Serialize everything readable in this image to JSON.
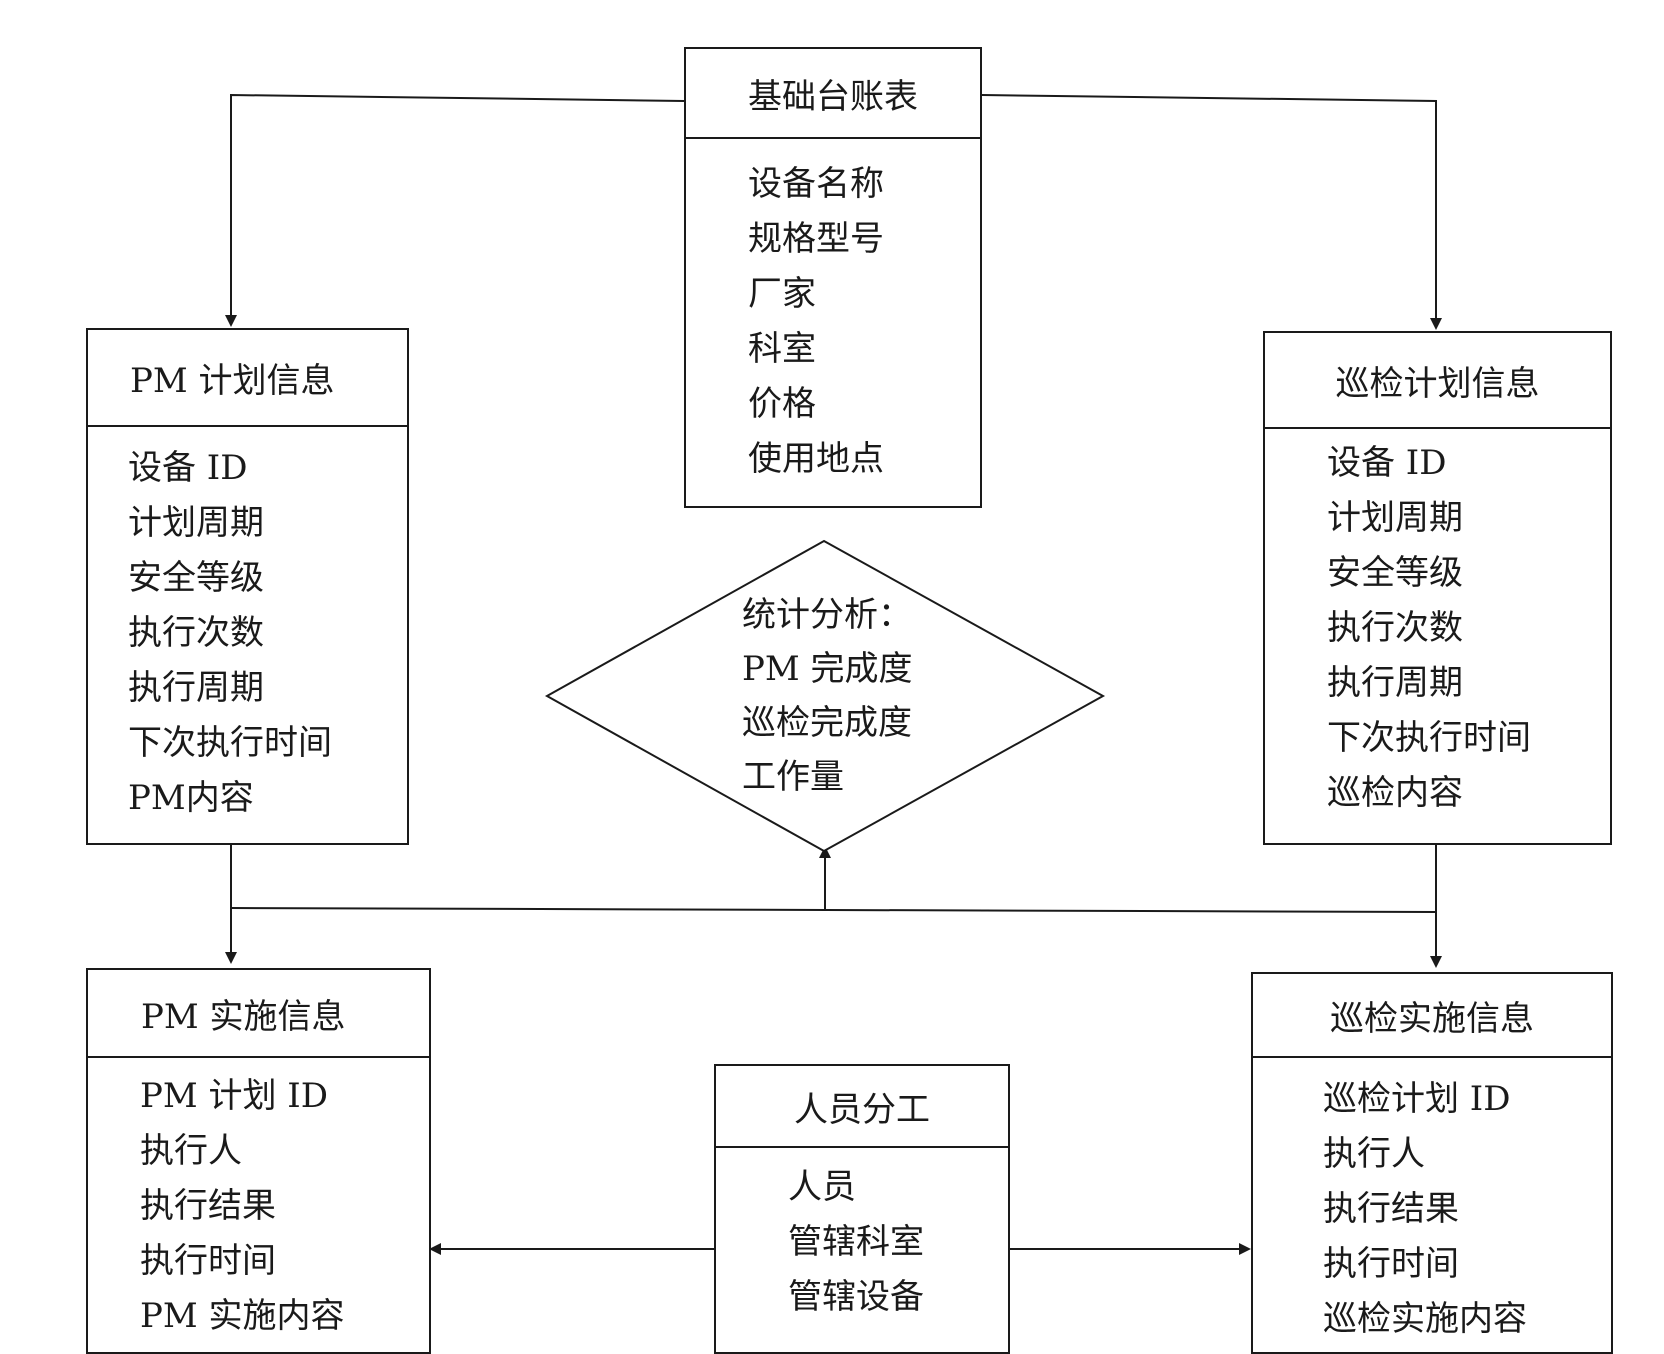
{
  "colors": {
    "stroke": "#1a1a1a",
    "background": "#ffffff"
  },
  "ledger": {
    "title": "基础台账表",
    "fields": [
      "设备名称",
      "规格型号",
      "厂家",
      "科室",
      "价格",
      "使用地点"
    ]
  },
  "pm_plan": {
    "title": "PM 计划信息",
    "fields": [
      "设备 ID",
      "计划周期",
      "安全等级",
      "执行次数",
      "执行周期",
      "下次执行时间",
      "PM内容"
    ]
  },
  "patrol_plan": {
    "title": "巡检计划信息",
    "fields": [
      "设备 ID",
      "计划周期",
      "安全等级",
      "执行次数",
      "执行周期",
      "下次执行时间",
      "巡检内容"
    ]
  },
  "analysis": {
    "lines": [
      "统计分析：",
      "PM 完成度",
      "巡检完成度",
      "工作量"
    ]
  },
  "pm_exec": {
    "title": "PM 实施信息",
    "fields": [
      "PM 计划 ID",
      "执行人",
      "执行结果",
      "执行时间",
      "PM 实施内容"
    ]
  },
  "staff": {
    "title": "人员分工",
    "fields": [
      "人员",
      "管辖科室",
      "管辖设备"
    ]
  },
  "patrol_exec": {
    "title": "巡检实施信息",
    "fields": [
      "巡检计划 ID",
      "执行人",
      "执行结果",
      "执行时间",
      "巡检实施内容"
    ]
  }
}
